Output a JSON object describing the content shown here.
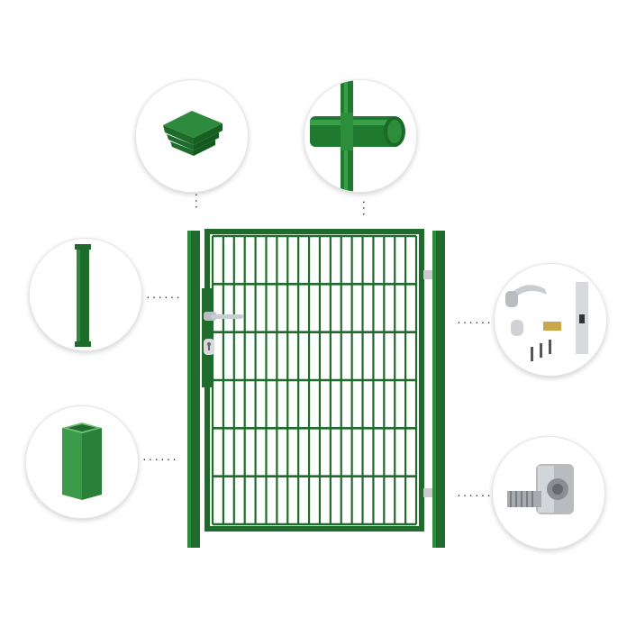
{
  "image": {
    "subject": "green-metal-garden-gate-with-components",
    "colors": {
      "frame": "#1f6b2c",
      "frame_dark": "#15501f",
      "mesh": "#2a7a36",
      "metal": "#b9bcc0",
      "background": "#ffffff"
    },
    "callouts": [
      {
        "name": "post-cap",
        "icon": "post-cap-icon"
      },
      {
        "name": "post-bracket",
        "icon": "pipe-clamp-icon"
      },
      {
        "name": "stop-rail",
        "icon": "stop-rail-icon"
      },
      {
        "name": "square-post",
        "icon": "square-post-icon"
      },
      {
        "name": "lock-handle-set",
        "icon": "lock-set-icon"
      },
      {
        "name": "hinge",
        "icon": "hinge-icon"
      }
    ]
  }
}
